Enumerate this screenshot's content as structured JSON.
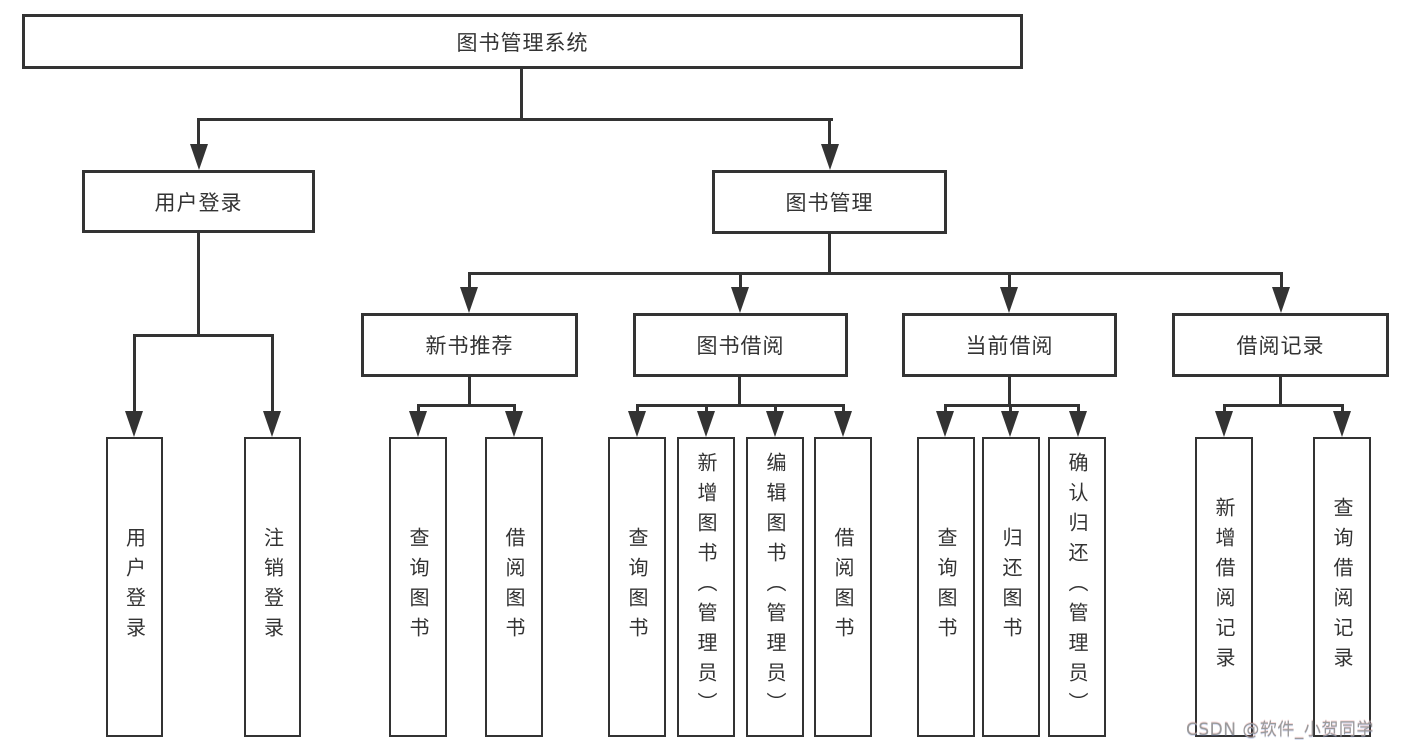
{
  "diagram_type": "tree",
  "tree": {
    "label": "图书管理系统",
    "children": [
      {
        "label": "用户登录",
        "children": [
          {
            "label": "用户登录"
          },
          {
            "label": "注销登录"
          }
        ]
      },
      {
        "label": "图书管理",
        "children": [
          {
            "label": "新书推荐",
            "children": [
              {
                "label": "查询图书"
              },
              {
                "label": "借阅图书"
              }
            ]
          },
          {
            "label": "图书借阅",
            "children": [
              {
                "label": "查询图书"
              },
              {
                "label": "新增图书（管理员）"
              },
              {
                "label": "编辑图书（管理员）"
              },
              {
                "label": "借阅图书"
              }
            ]
          },
          {
            "label": "当前借阅",
            "children": [
              {
                "label": "查询图书"
              },
              {
                "label": "归还图书"
              },
              {
                "label": "确认归还（管理员）"
              }
            ]
          },
          {
            "label": "借阅记录",
            "children": [
              {
                "label": "新增借阅记录"
              },
              {
                "label": "查询借阅记录"
              }
            ]
          }
        ]
      }
    ]
  },
  "watermark": {
    "text": "CSDN @软件_小贺同学"
  },
  "colors": {
    "line": "#333333",
    "text": "#333333",
    "box_background": "#ffffff",
    "page_background": "#ffffff",
    "watermark": "#9a9a9a"
  }
}
